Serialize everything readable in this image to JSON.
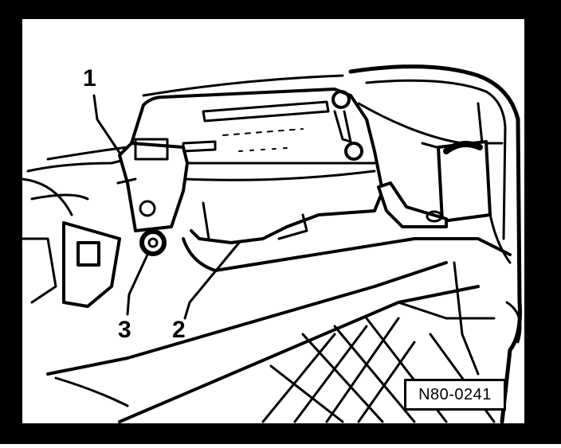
{
  "figure": {
    "colors": {
      "ink": "#000000",
      "paper": "#ffffff"
    },
    "callouts": [
      {
        "id": "1",
        "label": "1"
      },
      {
        "id": "2",
        "label": "2"
      },
      {
        "id": "3",
        "label": "3"
      }
    ],
    "reference_code": "N80-0241"
  }
}
